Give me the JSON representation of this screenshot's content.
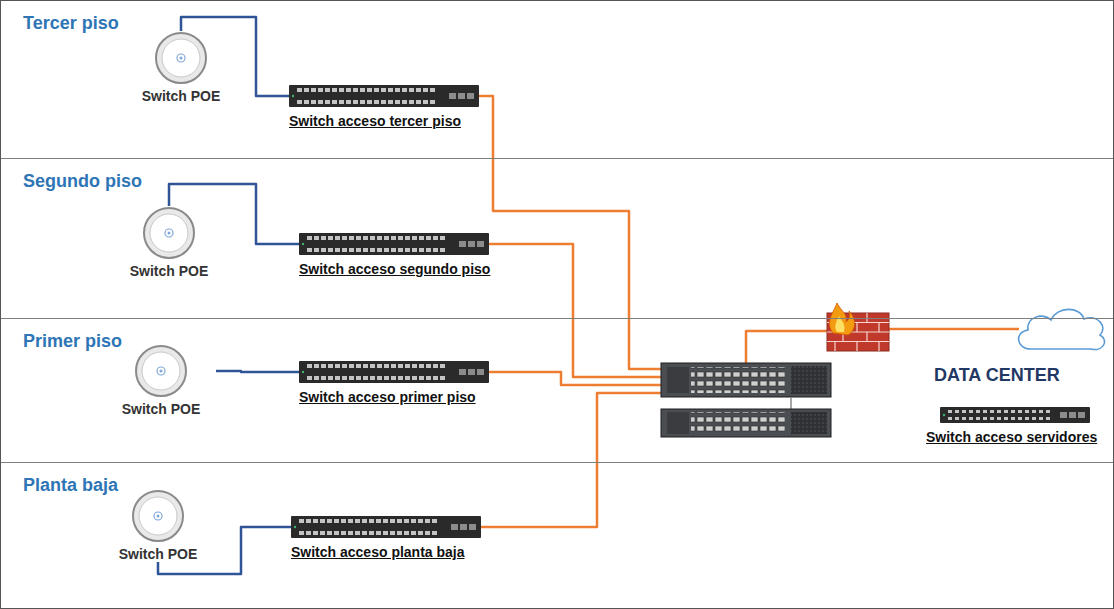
{
  "diagram": {
    "nodes": [
      {
        "text": [
          "Tercer piso"
        ]
      },
      {
        "text": [
          "Switch POE"
        ],
        "in": 0
      },
      {
        "text": [
          "Switch acceso tercer piso"
        ],
        "in": 0
      },
      {
        "text": [
          "Segundo piso"
        ]
      },
      {
        "text": [
          "Switch POE"
        ],
        "in": 3
      },
      {
        "text": [
          "Switch acceso segundo piso"
        ],
        "in": 3
      },
      {
        "text": [
          "Primer piso"
        ]
      },
      {
        "text": [
          "Switch POE"
        ],
        "in": 6
      },
      {
        "text": [
          "Switch acceso primer piso"
        ],
        "in": 6
      },
      {
        "text": [
          "Planta baja"
        ]
      },
      {
        "text": [
          "Switch POE"
        ],
        "in": 9
      },
      {
        "text": [
          "Switch acceso planta baja"
        ],
        "in": 9
      },
      {
        "text": [
          "Switch acceso servidores"
        ]
      }
    ],
    "edges": [
      {
        "from": 1,
        "to": 2,
        "arrow": "none"
      },
      {
        "from": 4,
        "to": 5,
        "arrow": "none"
      },
      {
        "from": 7,
        "to": 8,
        "arrow": "none"
      },
      {
        "from": 10,
        "to": 11,
        "arrow": "none"
      }
    ],
    "labels": [
      "DATA CENTER"
    ]
  }
}
